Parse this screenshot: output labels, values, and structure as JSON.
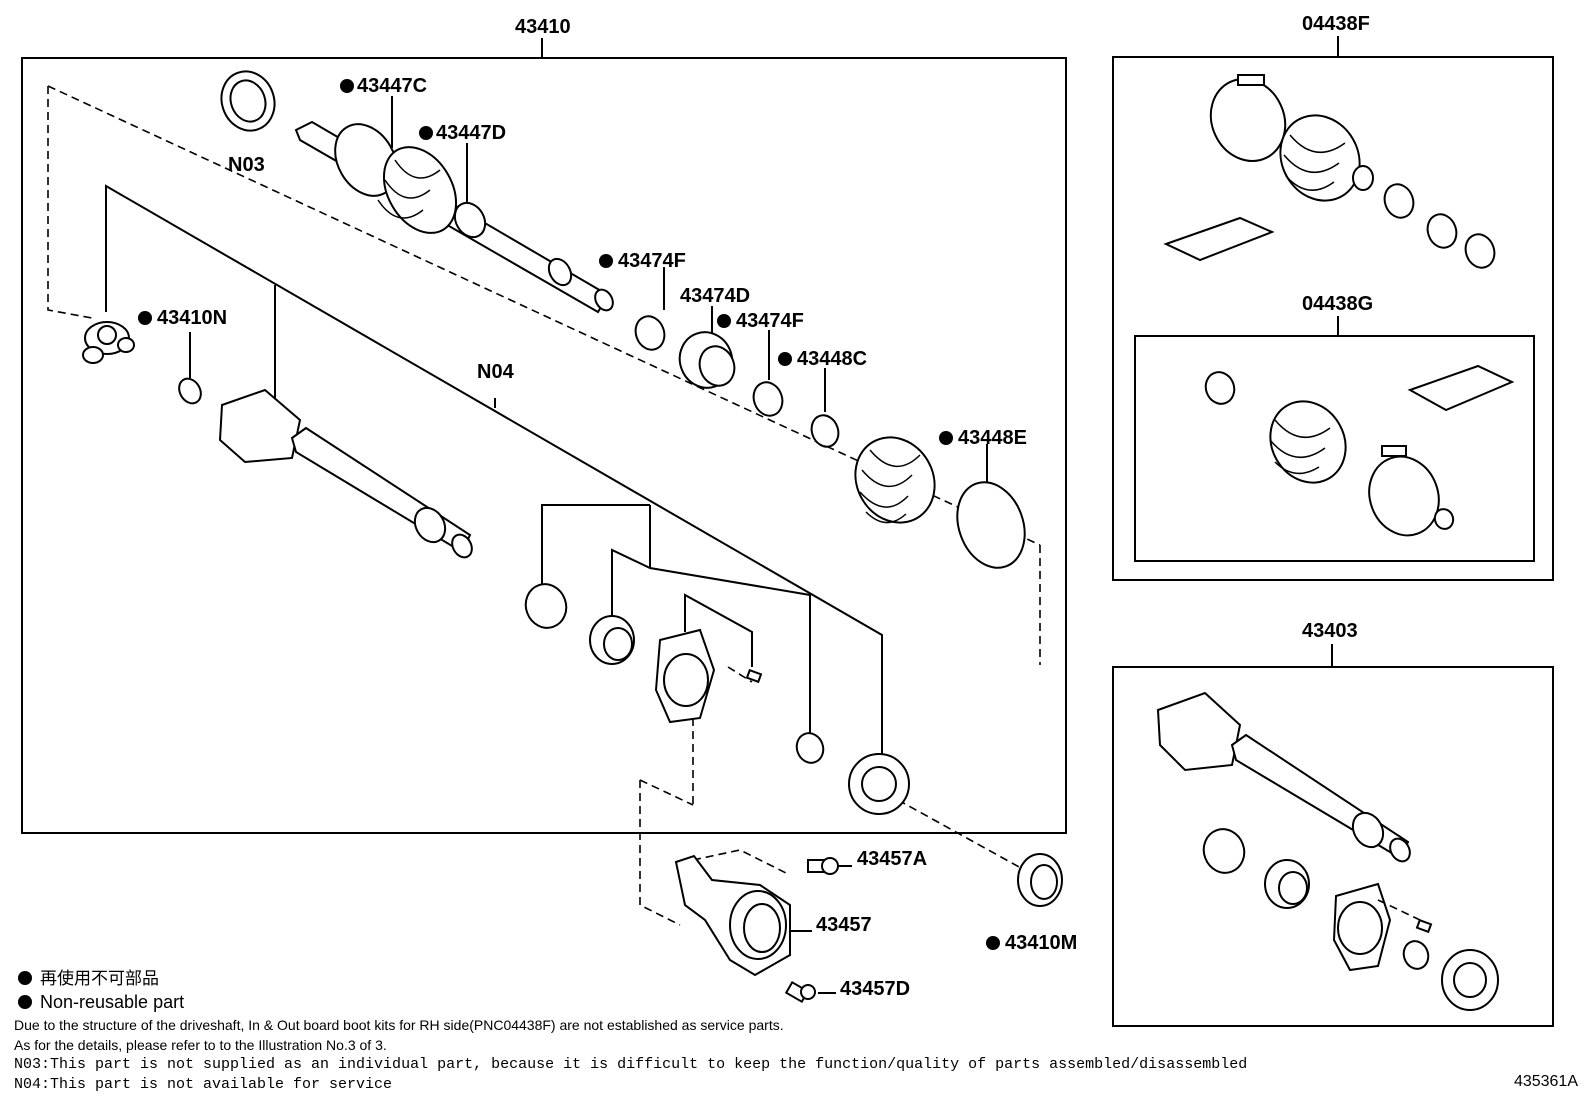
{
  "labels": {
    "l43410": "43410",
    "l04438F": "04438F",
    "l04438G": "04438G",
    "l43403": "43403",
    "l43447C": "43447C",
    "l43447D": "43447D",
    "lN03": "N03",
    "l43410N": "43410N",
    "l43474F_a": "43474F",
    "l43474D": "43474D",
    "l43474F_b": "43474F",
    "l43448C": "43448C",
    "lN04": "N04",
    "l43448E": "43448E",
    "l43457A": "43457A",
    "l43457": "43457",
    "l43457D": "43457D",
    "l43410M": "43410M"
  },
  "legend": {
    "jp": "再使用不可部品",
    "en": "Non-reusable part"
  },
  "notes": {
    "line1": "Due to the structure of the driveshaft, In & Out board  boot kits for RH side(PNC04438F) are not established as service parts.",
    "line2": "As for the details, please refer to to the Illustration No.3 of 3.",
    "line3": "N03:This part is not supplied as an individual part, because it is difficult to keep the function/quality of parts assembled/disassembled",
    "line4": "N04:This part is not available for service"
  },
  "illustration_ref": "435361A"
}
